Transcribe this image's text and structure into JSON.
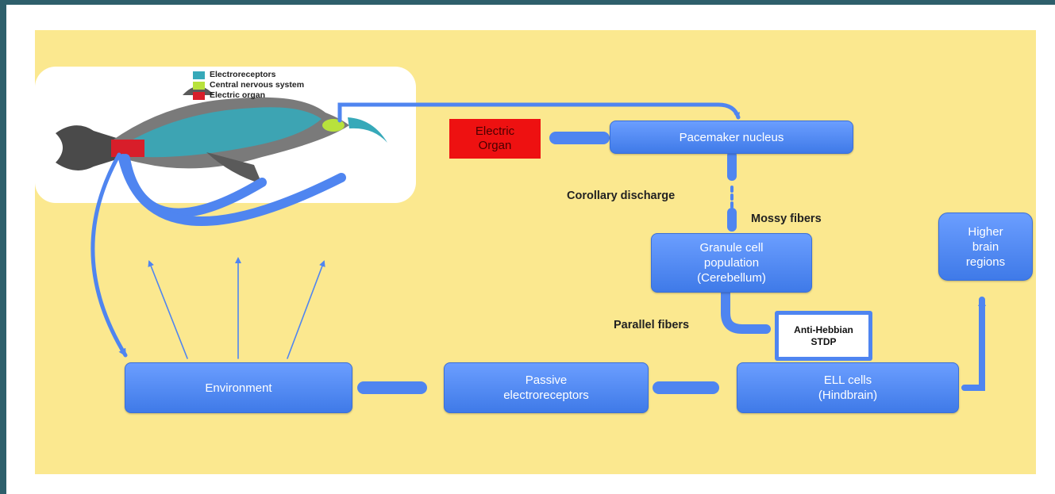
{
  "legend": [
    {
      "label": "Electroreceptors",
      "color": "#36a9b9"
    },
    {
      "label": "Central nervous system",
      "color": "#b8e23c"
    },
    {
      "label": "Electric organ",
      "color": "#d81e2a"
    }
  ],
  "nodes": {
    "pacemaker": "Pacemaker nucleus",
    "electric_organ": "Electric\nOrgan",
    "granule": "Granule cell\npopulation\n(Cerebellum)",
    "higher_brain": "Higher\nbrain\nregions",
    "stdp": "Anti-Hebbian\nSTDP",
    "environment": "Environment",
    "passive": "Passive\nelectroreceptors",
    "ell": "ELL cells\n(Hindbrain)"
  },
  "labels": {
    "corollary": "Corollary discharge",
    "mossy": "Mossy fibers",
    "parallel": "Parallel fibers"
  },
  "colors": {
    "node_blue": "#4f85f0",
    "arrow_blue": "#4f85f0",
    "panel_bg": "#fbe88f",
    "electric_organ_red": "#ee1111"
  }
}
